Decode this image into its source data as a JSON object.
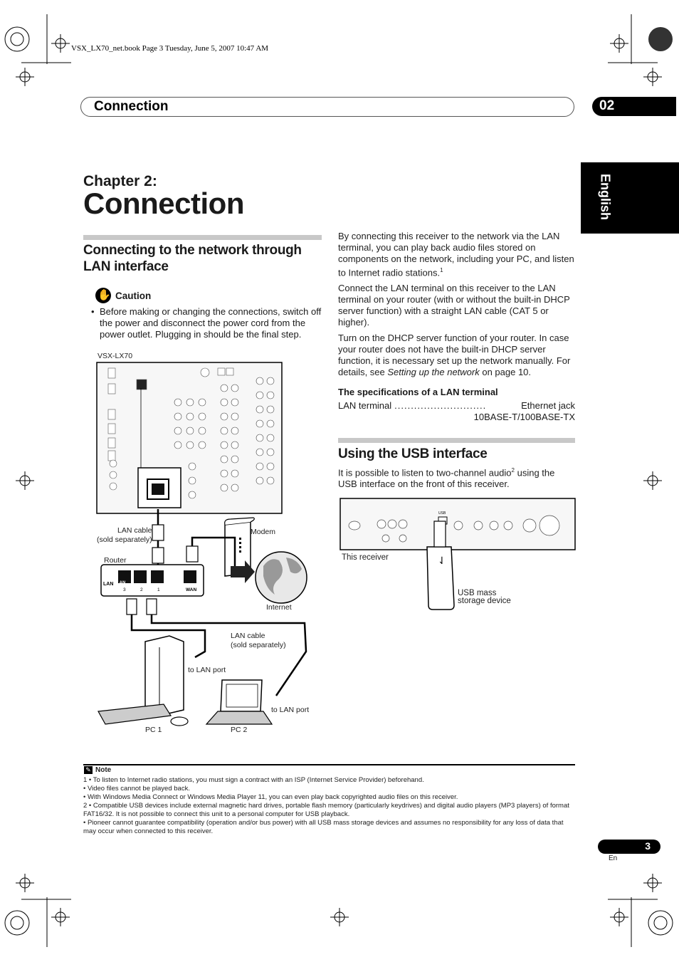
{
  "print_header": "VSX_LX70_net.book  Page 3  Tuesday, June 5, 2007  10:47 AM",
  "section": {
    "title": "Connection",
    "chapter_number": "02"
  },
  "language_tab": "English",
  "chapter": {
    "label": "Chapter 2:",
    "title": "Connection"
  },
  "lan_section": {
    "heading": "Connecting to the network through LAN interface",
    "caution_label": "Caution",
    "caution_text": "Before making or changing the connections, switch off the power and disconnect the power cord from the power outlet. Plugging in should be the final step.",
    "diagram_labels": {
      "model": "VSX-LX70",
      "lan_cable_1": "LAN cable",
      "sold_separately_1": "(sold separately)",
      "modem": "Modem",
      "router": "Router",
      "lan": "LAN",
      "wan": "WAN",
      "port_3": "3",
      "port_2": "2",
      "port_1": "1",
      "internet": "Internet",
      "lan_cable_2": "LAN cable",
      "sold_separately_2": "(sold separately)",
      "to_lan_port_1": "to LAN port",
      "to_lan_port_2": "to LAN port",
      "pc1": "PC 1",
      "pc2": "PC 2"
    },
    "para1": "By connecting this receiver to the network via the LAN terminal, you can play back audio files stored on components on the network, including your PC, and listen to Internet radio stations.",
    "para1_sup": "1",
    "para2": "Connect the LAN terminal on this receiver to the LAN terminal on your router (with or without the built-in DHCP server function) with a straight LAN cable (CAT 5 or higher).",
    "para3_a": "Turn on the DHCP server function of your router. In case your router does not have the built-in DHCP server function, it is necessary set up the network manually. For details, see ",
    "para3_link": "Setting up the network",
    "para3_b": " on page 10.",
    "spec_heading": "The specifications of a LAN terminal",
    "spec_label": "LAN terminal",
    "spec_dots": "............................",
    "spec_value": "Ethernet jack",
    "spec_value2": "10BASE-T/100BASE-TX"
  },
  "usb_section": {
    "heading": "Using the USB interface",
    "para_a": "It is possible to listen to two-channel audio",
    "para_sup": "2",
    "para_b": " using the USB interface on the front of this receiver.",
    "this_receiver": "This receiver",
    "usb_device_1": "USB mass",
    "usb_device_2": "storage device",
    "usb_port": "USB"
  },
  "notes": {
    "title": "Note",
    "lines": [
      "1  • To listen to Internet radio stations, you must sign a contract with an ISP (Internet Service Provider) beforehand.",
      "     • Video files cannot be played back.",
      "     • With Windows Media Connect or Windows Media Player 11, you can even play back copyrighted audio files on this receiver.",
      "2  • Compatible USB devices include external magnetic hard drives, portable flash memory (particularly keydrives) and digital audio players (MP3 players) of format FAT16/32. It is not possible to connect this unit to a personal computer for USB playback.",
      "     • Pioneer cannot guarantee compatibility (operation and/or bus power) with all USB mass storage devices and assumes no responsibility for any loss of data that may occur when connected to this receiver."
    ]
  },
  "page": {
    "number": "3",
    "lang_code": "En"
  }
}
